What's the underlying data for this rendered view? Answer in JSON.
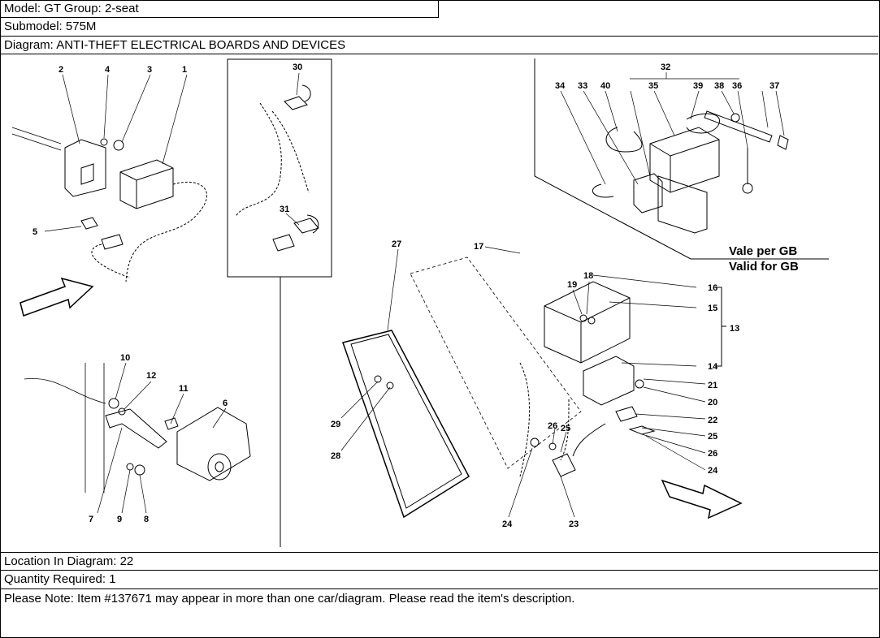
{
  "header": {
    "model": "Model: GT Group: 2-seat",
    "submodel": "Submodel: 575M",
    "diagram": "Diagram: ANTI-THEFT ELECTRICAL BOARDS AND DEVICES"
  },
  "diagram": {
    "gb_line1": "Vale per GB",
    "gb_line2": "Valid for GB",
    "callouts": {
      "c1": "1",
      "c2": "2",
      "c3": "3",
      "c4": "4",
      "c5": "5",
      "c6": "6",
      "c7": "7",
      "c8": "8",
      "c9": "9",
      "c10": "10",
      "c11": "11",
      "c12": "12",
      "c13": "13",
      "c14": "14",
      "c15": "15",
      "c16": "16",
      "c17": "17",
      "c18": "18",
      "c19": "19",
      "c20": "20",
      "c21": "21",
      "c22": "22",
      "c23": "23",
      "c24a": "24",
      "c24b": "24",
      "c25a": "25",
      "c25b": "25",
      "c26a": "26",
      "c26b": "26",
      "c27": "27",
      "c28": "28",
      "c29": "29",
      "c30": "30",
      "c31": "31",
      "c32": "32",
      "c33": "33",
      "c34": "34",
      "c35": "35",
      "c36": "36",
      "c37": "37",
      "c38": "38",
      "c39": "39",
      "c40": "40"
    }
  },
  "footer": {
    "location": "Location In Diagram: 22",
    "quantity": "Quantity Required: 1",
    "note": "Please Note: Item #137671 may appear in more than one car/diagram. Please read the item's description."
  }
}
